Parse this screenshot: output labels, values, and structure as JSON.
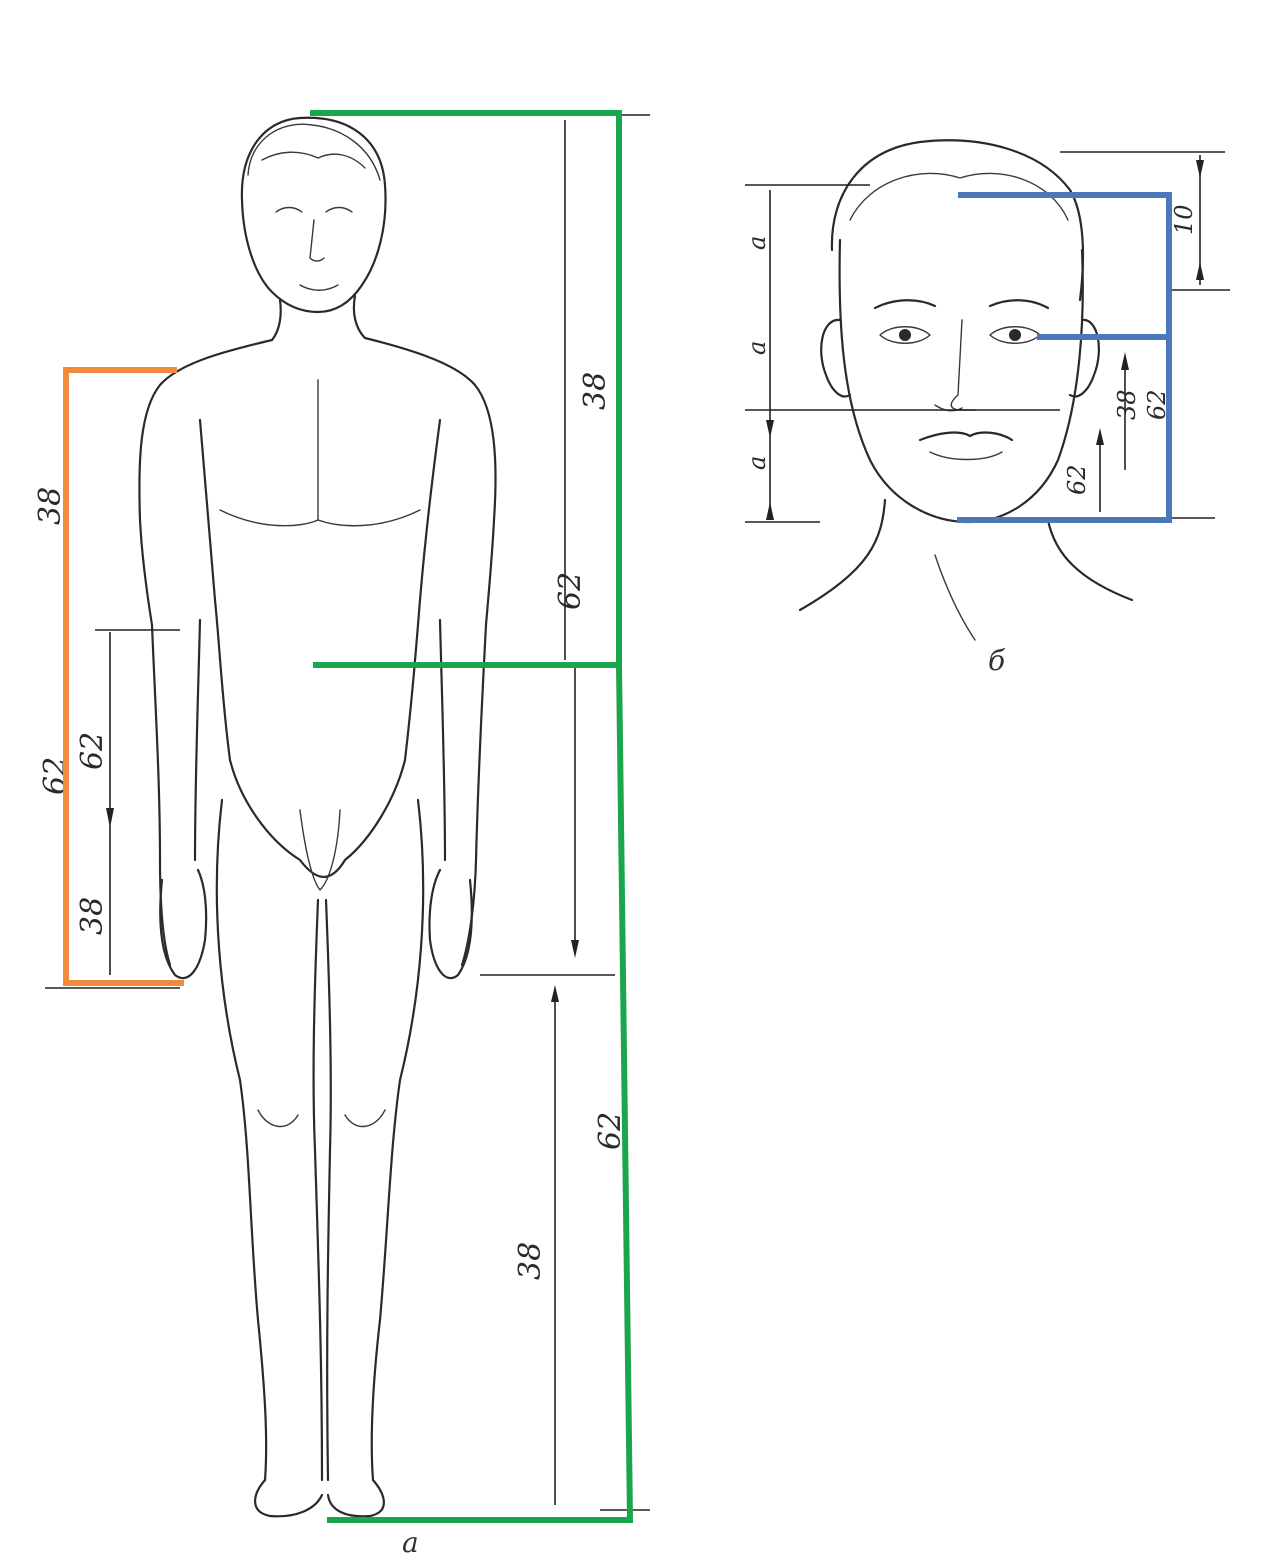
{
  "figure": {
    "labels": {
      "body_top_right_38": "38",
      "body_mid_right_62": "62",
      "body_lower_right_62": "62",
      "body_bottom_right_38": "38",
      "arm_upper_38": "38",
      "arm_total_62": "62",
      "arm_lower_62": "62",
      "arm_hand_38": "38",
      "face_top_10": "10",
      "face_left_a1": "a",
      "face_left_a2": "a",
      "face_left_a3": "a",
      "face_right_62": "62",
      "face_mid_38": "38",
      "face_low_62": "62"
    },
    "captions": {
      "body": "a",
      "face": "б"
    },
    "colors": {
      "green_overlay": "#1aa64a",
      "orange_overlay": "#f08a3c",
      "blue_overlay": "#4a78b8"
    }
  }
}
